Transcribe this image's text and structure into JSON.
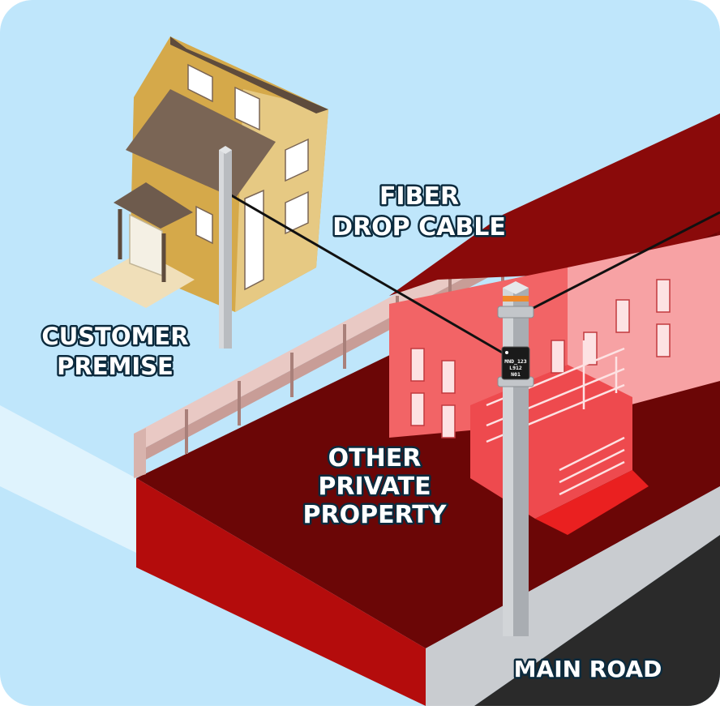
{
  "labels": {
    "fiber_line1": "FIBER",
    "fiber_line2": "DROP CABLE",
    "customer_line1": "CUSTOMER",
    "customer_line2": "PREMISE",
    "other_line1": "OTHER",
    "other_line2": "PRIVATE",
    "other_line3": "PROPERTY",
    "main_road": "MAIN ROAD"
  },
  "pole_tag": {
    "line1": "MND_123",
    "line2": "L912",
    "line3": "N01"
  },
  "colors": {
    "sky": "#bfe6fb",
    "private_property": "#8f0f0f",
    "highlight_house": "#f05a5e",
    "road": "#2a2a2a",
    "pole": "#b9bcc0",
    "pole_band": "#f08a2a"
  }
}
